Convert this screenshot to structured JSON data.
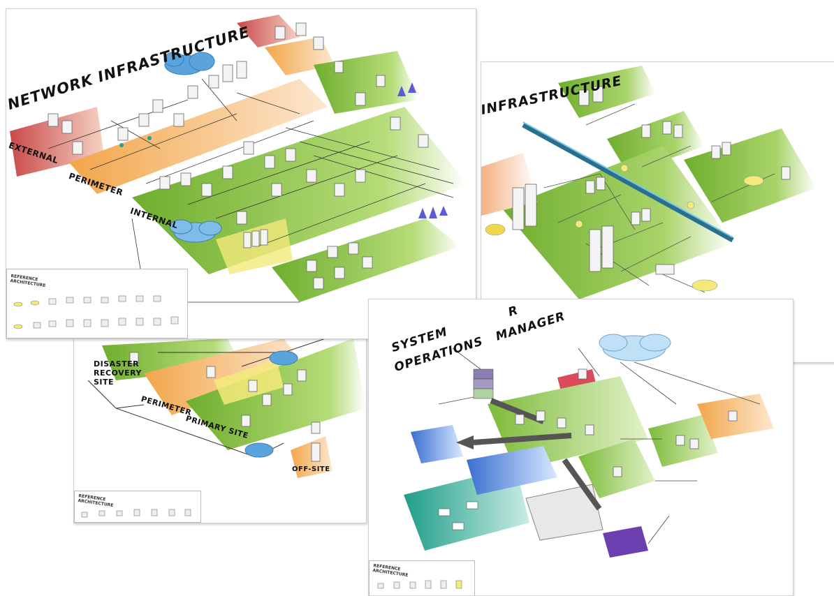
{
  "sheets": {
    "network": {
      "title": "NETWORK INFRASTRUCTURE",
      "zones": {
        "external": "EXTERNAL",
        "perimeter": "PERIMETER",
        "internal": "INTERNAL"
      },
      "reference": "REFERENCE ARCHITECTURE"
    },
    "infra": {
      "title": "INFRASTRUCTURE"
    },
    "dr": {
      "zones": {
        "disaster": "DISASTER RECOVERY SITE",
        "perimeter": "PERIMETER",
        "primary": "PRIMARY SITE",
        "offsite": "OFF-SITE"
      },
      "reference": "REFERENCE ARCHITECTURE"
    },
    "ops": {
      "title_line1": "SYSTEM",
      "title_line1_tail": "R",
      "title_line2": "OPERATIONS",
      "title_line2_tail": "MANAGER",
      "reference": "REFERENCE ARCHITECTURE"
    }
  },
  "colors": {
    "external": "#c94a4a",
    "perimeter": "#f2a64a",
    "internal": "#7dbb3a",
    "cloud": "#5aa3dc",
    "highlight": "#f3ea7a",
    "teal": "#2aa18e",
    "purple": "#6b3fb0",
    "bus": "#2b6f8f"
  }
}
